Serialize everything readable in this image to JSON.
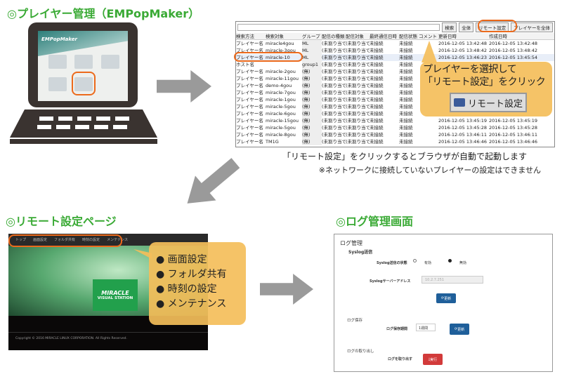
{
  "section1": {
    "title": "◎プレイヤー管理（EMPopMaker）",
    "app_name": "EMPopMaker"
  },
  "toolbar": {
    "search": "検索",
    "all": "全体",
    "remote": "リモート設定",
    "player_all": "プレイヤーを全体"
  },
  "table": {
    "columns": [
      "検索方法",
      "検索対象",
      "グループ",
      "配信の種類",
      "配信対象",
      "最終通信日時",
      "配信状態",
      "コメント",
      "更新日時",
      "作成日時"
    ],
    "rows": [
      [
        "プレイヤー名",
        "miracle4gou",
        "ML",
        "(未割り当て)",
        "(未割り当て)",
        "未接続",
        "未接続",
        "",
        "2016-12-05 13:42:48",
        "2016-12-05 13:42:48"
      ],
      [
        "プレイヤー名",
        "miracle-3gou",
        "ML",
        "(未割り当て)",
        "(未割り当て)",
        "未接続",
        "未接続",
        "",
        "2016-12-05 13:48:42",
        "2016-12-05 13:48:42"
      ],
      [
        "プレイヤー名",
        "miracle-10",
        "ML",
        "(未割り当て)",
        "(未割り当て)",
        "未接続",
        "未接続",
        "",
        "2016-12-05 13:46:23",
        "2016-12-05 13:45:54"
      ],
      [
        "ホスト名",
        "",
        "group1",
        "(未割り当て)",
        "(未割り当て)",
        "未接続",
        "未接続",
        "",
        "",
        ""
      ],
      [
        "プレイヤー名",
        "miracle-2gou",
        "(無)",
        "(未割り当て)",
        "(未割り当て)",
        "未接続",
        "未接続",
        "",
        "",
        ""
      ],
      [
        "プレイヤー名",
        "miracle-11gou",
        "(無)",
        "(未割り当て)",
        "(未割り当て)",
        "未接続",
        "未接続",
        "",
        "",
        ""
      ],
      [
        "プレイヤー名",
        "demo-4gou",
        "(無)",
        "(未割り当て)",
        "(未割り当て)",
        "未接続",
        "未接続",
        "",
        "",
        ""
      ],
      [
        "プレイヤー名",
        "miracle-7gou",
        "(無)",
        "(未割り当て)",
        "(未割り当て)",
        "未接続",
        "未接続",
        "",
        "",
        ""
      ],
      [
        "プレイヤー名",
        "miracle-1gou",
        "(無)",
        "(未割り当て)",
        "(未割り当て)",
        "未接続",
        "未接続",
        "",
        "",
        ""
      ],
      [
        "プレイヤー名",
        "miracle-5gou",
        "(無)",
        "(未割り当て)",
        "(未割り当て)",
        "未接続",
        "未接続",
        "",
        "",
        ""
      ],
      [
        "プレイヤー名",
        "miracle-6gou",
        "(無)",
        "(未割り当て)",
        "(未割り当て)",
        "未接続",
        "未接続",
        "",
        "",
        ""
      ],
      [
        "プレイヤー名",
        "miracle-15gou",
        "(無)",
        "(未割り当て)",
        "(未割り当て)",
        "未接続",
        "未接続",
        "",
        "2016-12-05 13:45:19",
        "2016-12-05 13:45:19"
      ],
      [
        "プレイヤー名",
        "miracle-5gou",
        "(無)",
        "(未割り当て)",
        "(未割り当て)",
        "未接続",
        "未接続",
        "",
        "2016-12-05 13:45:28",
        "2016-12-05 13:45:28"
      ],
      [
        "プレイヤー名",
        "miracle-8gou",
        "(無)",
        "(未割り当て)",
        "(未割り当て)",
        "未接続",
        "未接続",
        "",
        "2016-12-05 13:46:11",
        "2016-12-05 13:46:11"
      ],
      [
        "プレイヤー名",
        "TM1G",
        "(無)",
        "(未割り当て)",
        "(未割り当て)",
        "未接続",
        "未接続",
        "",
        "2016-12-05 13:46:46",
        "2016-12-05 13:46:46"
      ]
    ]
  },
  "callout1": {
    "line1": "プレイヤーを選択して",
    "line2": "「リモート設定」をクリック",
    "button": "リモート設定"
  },
  "caption": {
    "line1": "「リモート設定」をクリックするとブラウザが自動で起動します",
    "line2": "※ネットワークに接続していないプレイヤーの設定はできません"
  },
  "section2": {
    "title": "◎リモート設定ページ",
    "nav": [
      "トップ",
      "画面設定",
      "フォルダ共有",
      "時刻の設定",
      "メンテナンス"
    ],
    "logo_line1": "MIRACLE",
    "logo_line2": "VISUAL STATION",
    "footer": "Copyright © 2016 MIRACLE LINUX CORPORATION. All Rights Reserved.",
    "bullets": [
      "● 画面設定",
      "● フォルダ共有",
      "● 時刻の設定",
      "● メンテナンス"
    ]
  },
  "section3": {
    "title": "◎ログ管理画面",
    "page_title": "ログ管理",
    "syslog": "Syslog送信",
    "syslog_state": "Syslog送信の状態",
    "enabled": "有効",
    "disabled": "無効",
    "selected": "disabled",
    "server_label": "Syslogサーバーアドレス",
    "server_value": "10.2.7.251",
    "update": "更新",
    "save": "ログ保存",
    "save_period_label": "ログ保存期間",
    "save_period": "1週間",
    "export": "ログの取り出し",
    "export_label": "ログを取り出す",
    "run": "実行"
  },
  "colors": {
    "title": "#3aaa35",
    "highlight": "#ec6a1c",
    "callout": "#f4be5a",
    "primary_button": "#1f5f9a",
    "danger_button": "#d23a3a"
  }
}
